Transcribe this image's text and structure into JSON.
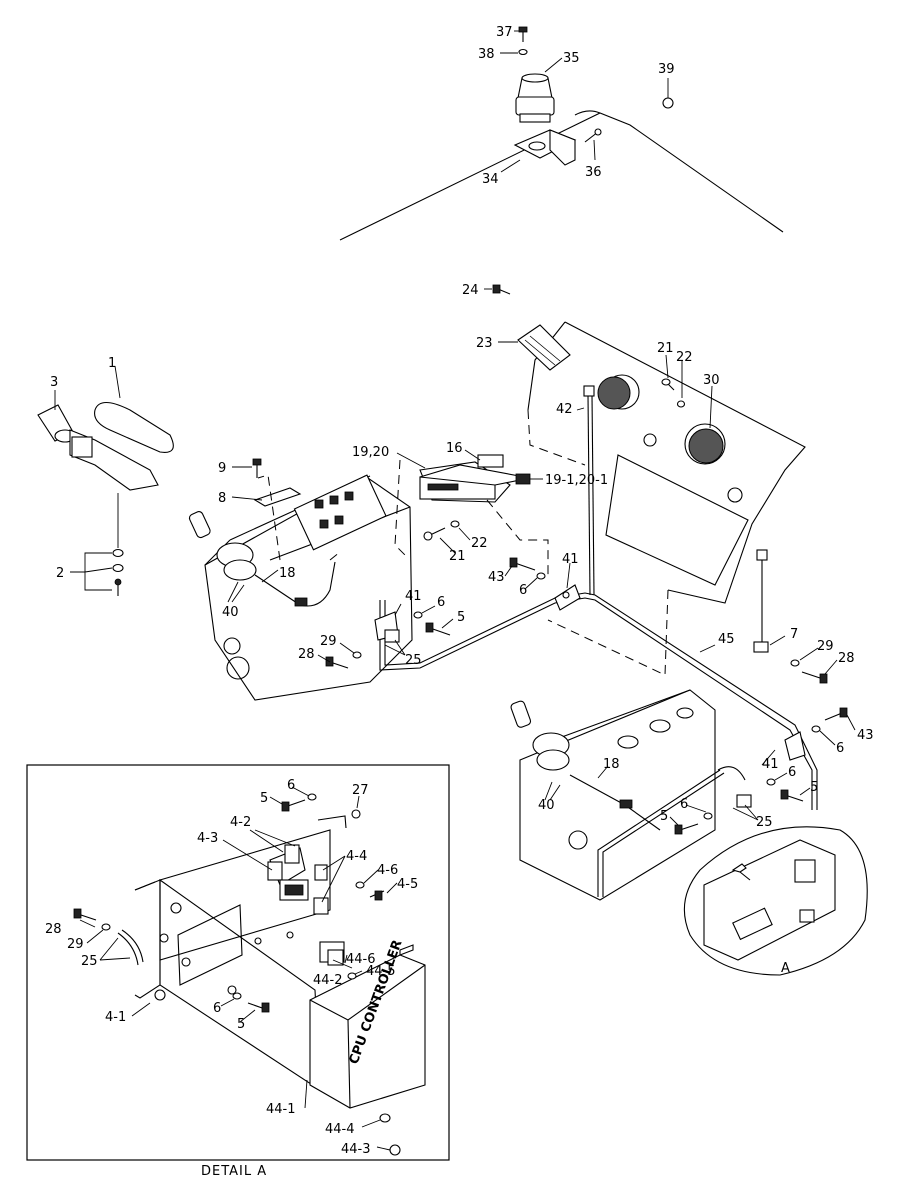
{
  "callouts": [
    {
      "id": "c37",
      "text": "37"
    },
    {
      "id": "c38",
      "text": "38"
    },
    {
      "id": "c35",
      "text": "35"
    },
    {
      "id": "c39",
      "text": "39"
    },
    {
      "id": "c34",
      "text": "34"
    },
    {
      "id": "c36",
      "text": "36"
    },
    {
      "id": "c24",
      "text": "24"
    },
    {
      "id": "c23",
      "text": "23"
    },
    {
      "id": "c21a",
      "text": "21"
    },
    {
      "id": "c22a",
      "text": "22"
    },
    {
      "id": "c30",
      "text": "30"
    },
    {
      "id": "c42",
      "text": "42"
    },
    {
      "id": "c1",
      "text": "1"
    },
    {
      "id": "c3",
      "text": "3"
    },
    {
      "id": "c16",
      "text": "16"
    },
    {
      "id": "c1920",
      "text": "19,20"
    },
    {
      "id": "c9",
      "text": "9"
    },
    {
      "id": "c8",
      "text": "8"
    },
    {
      "id": "c191201",
      "text": "19-1,20-1"
    },
    {
      "id": "c22b",
      "text": "22"
    },
    {
      "id": "c21b",
      "text": "21"
    },
    {
      "id": "c2",
      "text": "2"
    },
    {
      "id": "c18a",
      "text": "18"
    },
    {
      "id": "c43a",
      "text": "43"
    },
    {
      "id": "c41a",
      "text": "41"
    },
    {
      "id": "c6a",
      "text": "6"
    },
    {
      "id": "c41b",
      "text": "41"
    },
    {
      "id": "c6b",
      "text": "6"
    },
    {
      "id": "c40a",
      "text": "40"
    },
    {
      "id": "c5a",
      "text": "5"
    },
    {
      "id": "c45",
      "text": "45"
    },
    {
      "id": "c7",
      "text": "7"
    },
    {
      "id": "c29a",
      "text": "29"
    },
    {
      "id": "c28a",
      "text": "28"
    },
    {
      "id": "c25a",
      "text": "25"
    },
    {
      "id": "c29b",
      "text": "29"
    },
    {
      "id": "c28b",
      "text": "28"
    },
    {
      "id": "c43b",
      "text": "43"
    },
    {
      "id": "c6c",
      "text": "6"
    },
    {
      "id": "c18b",
      "text": "18"
    },
    {
      "id": "c41c",
      "text": "41"
    },
    {
      "id": "c6d",
      "text": "6"
    },
    {
      "id": "c5b",
      "text": "5"
    },
    {
      "id": "c40b",
      "text": "40"
    },
    {
      "id": "c6e",
      "text": "6"
    },
    {
      "id": "c5c",
      "text": "5"
    },
    {
      "id": "c25b",
      "text": "25"
    },
    {
      "id": "cA",
      "text": "A"
    },
    {
      "id": "d6a",
      "text": "6"
    },
    {
      "id": "d27",
      "text": "27"
    },
    {
      "id": "d5a",
      "text": "5"
    },
    {
      "id": "d42",
      "text": "4-2"
    },
    {
      "id": "d43",
      "text": "4-3"
    },
    {
      "id": "d44",
      "text": "4-4"
    },
    {
      "id": "d46",
      "text": "4-6"
    },
    {
      "id": "d45",
      "text": "4-5"
    },
    {
      "id": "d28",
      "text": "28"
    },
    {
      "id": "d29",
      "text": "29"
    },
    {
      "id": "d25",
      "text": "25"
    },
    {
      "id": "d446",
      "text": "44-6"
    },
    {
      "id": "d442",
      "text": "44-2"
    },
    {
      "id": "d445",
      "text": "44-5"
    },
    {
      "id": "d41",
      "text": "4-1"
    },
    {
      "id": "d6b",
      "text": "6"
    },
    {
      "id": "d5b",
      "text": "5"
    },
    {
      "id": "d441",
      "text": "44-1"
    },
    {
      "id": "d444",
      "text": "44-4"
    },
    {
      "id": "d443",
      "text": "44-3"
    }
  ],
  "cpu_label": "CPU CONTROLLER",
  "detail_caption": "DETAIL A"
}
